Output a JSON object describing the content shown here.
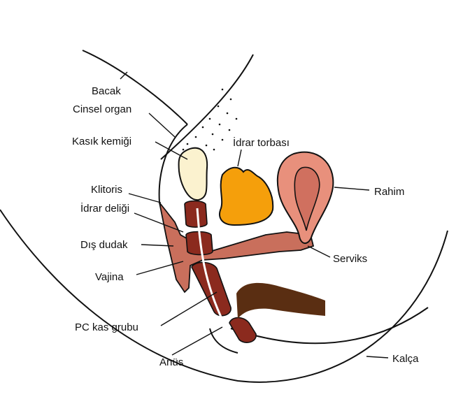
{
  "labels": {
    "bacak": "Bacak",
    "cinsel_organ": "Cinsel organ",
    "kasik_kemigi": "Kasık kemiği",
    "idrar_torbasi": "İdrar torbası",
    "rahim": "Rahim",
    "klitoris": "Klitoris",
    "idrar_deligi": "İdrar deliği",
    "dis_dudak": "Dış dudak",
    "serviks": "Serviks",
    "vajina": "Vajina",
    "pc_kas_grubu": "PC kas grubu",
    "anus": "Anüs",
    "kalca": "Kalça"
  },
  "colors": {
    "bone": "#fbf2cf",
    "bladder": "#f59f0b",
    "uterus": "#e8907c",
    "uterus_inner": "#d0705f",
    "tissue": "#c96f5c",
    "muscle": "#8b2a1e",
    "rectum": "#5a2e12",
    "outline": "#111111"
  }
}
